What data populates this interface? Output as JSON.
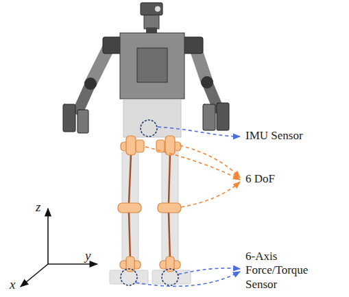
{
  "diagram": {
    "labels": [
      "IMU Sensor",
      "6 DoF",
      "6-Axis Force/Torque Sensor",
      "z",
      "y",
      "x"
    ]
  }
}
